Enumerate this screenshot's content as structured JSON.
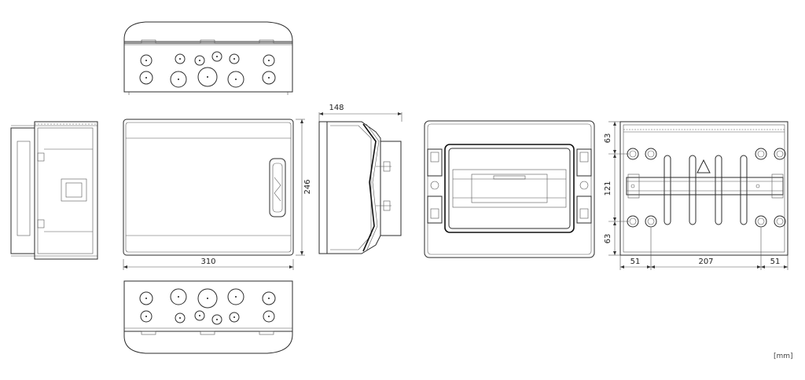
{
  "drawing": {
    "unit_label": "[mm]",
    "dims": {
      "width_front": "310",
      "height_front": "246",
      "depth_side": "148",
      "top_margin": "63",
      "middle_span": "121",
      "bottom_margin": "63",
      "left_margin": "51",
      "center_span": "207",
      "right_margin": "51"
    },
    "views": [
      "left-side-view",
      "top-view",
      "front-view",
      "bottom-view",
      "side-section-view",
      "open-front-view",
      "mounting-view"
    ]
  }
}
